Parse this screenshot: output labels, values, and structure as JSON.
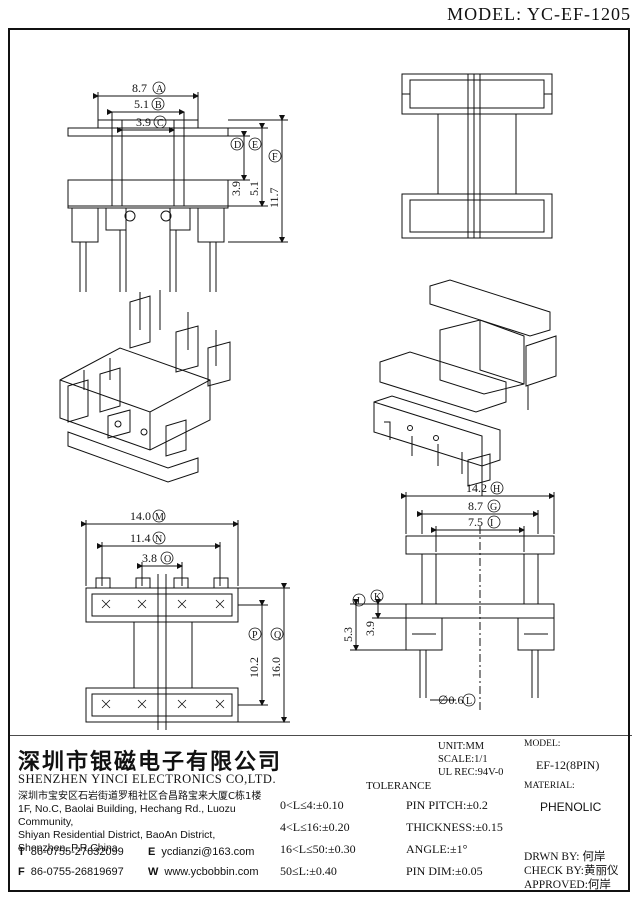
{
  "model_title": "MODEL: YC-EF-1205",
  "dims": {
    "a": "8.7",
    "a_sym": "A",
    "b": "5.1",
    "b_sym": "B",
    "c": "3.9",
    "c_sym": "C",
    "d": "3.9",
    "d_sym": "D",
    "e": "5.1",
    "e_sym": "E",
    "f": "11.7",
    "f_sym": "F",
    "g": "8.7",
    "g_sym": "G",
    "h": "14.2",
    "h_sym": "H",
    "i": "7.5",
    "i_sym": "I",
    "j": "5.3",
    "j_sym": "J",
    "k": "3.9",
    "k_sym": "K",
    "l": "∅0.6",
    "l_sym": "L",
    "m": "14.0",
    "m_sym": "M",
    "n": "11.4",
    "n_sym": "N",
    "o": "3.8",
    "o_sym": "O",
    "p": "10.2",
    "p_sym": "P",
    "q": "16.0",
    "q_sym": "Q"
  },
  "company": {
    "name_cn": "深圳市银磁电子有限公司",
    "name_en": "SHENZHEN YINCI ELECTRONICS CO,LTD.",
    "address": [
      "深圳市宝安区石岩街道罗租社区合昌路宝来大厦C栋1楼",
      "1F, No.C, Baolai Building, Hechang Rd., Luozu Community,",
      "Shiyan Residential District, BaoAn District,",
      "Shenzhen, P.R.China"
    ],
    "tel_label": "T",
    "tel": "86-0755-27632099",
    "fax_label": "F",
    "fax": "86-0755-26819697",
    "email_label": "E",
    "email": "ycdianzi@163.com",
    "web_label": "W",
    "web": "www.ycbobbin.com"
  },
  "specs": {
    "unit": "UNIT:MM",
    "scale": "SCALE:1/1",
    "ul": "UL REC:94V-0"
  },
  "tolerance": {
    "title": "TOLERANCE",
    "left": [
      "0<L≤4:±0.10",
      "4<L≤16:±0.20",
      "16<L≤50:±0.30",
      "50≤L:±0.40"
    ],
    "right": [
      "PIN PITCH:±0.2",
      "THICKNESS:±0.15",
      "ANGLE:±1°",
      "PIN DIM:±0.05"
    ]
  },
  "model_box": {
    "label": "MODEL:",
    "value": "EF-12(8PIN)"
  },
  "material_box": {
    "label": "MATERIAL:",
    "value": "PHENOLIC"
  },
  "signatures": {
    "drawn": "DRWN BY: 何岸",
    "check": "CHECK BY:黄丽仪",
    "approved": "APPROVED:何岸"
  }
}
